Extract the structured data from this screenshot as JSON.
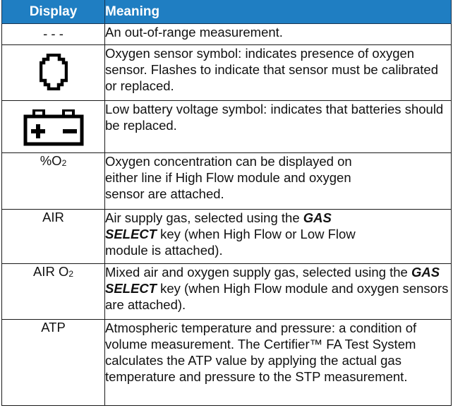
{
  "table": {
    "headers": {
      "display": "Display",
      "meaning": "Meaning"
    },
    "header_color": "#1f7ec2",
    "rows": [
      {
        "display": "- - -",
        "meaning": "An out-of-range measurement."
      },
      {
        "display_icon": "oxygen-sensor-icon",
        "meaning": "Oxygen sensor symbol: indicates presence of oxygen sensor. Flashes to indicate that sensor must be calibrated or replaced."
      },
      {
        "display_icon": "low-battery-icon",
        "meaning": "Low battery voltage symbol: indicates that batteries should be replaced."
      },
      {
        "display_main": "%O",
        "display_sub": "2",
        "meaning": "Oxygen concentration can be displayed on either line if High Flow module and oxygen sensor are attached."
      },
      {
        "display": "AIR",
        "meaning_before": "Air supply gas, selected using the ",
        "meaning_keyword": "GAS SELECT",
        "meaning_after": " key (when High Flow or Low Flow module is attached)."
      },
      {
        "display_main": "AIR O",
        "display_sub": "2",
        "meaning_before": "Mixed air and oxygen supply gas, selected using the ",
        "meaning_keyword": "GAS SELECT",
        "meaning_after": " key (when High Flow module and oxygen sensors are attached)."
      },
      {
        "display": "ATP",
        "meaning": "Atmospheric temperature and pressure: a condition of volume measurement. The Certifier™ FA Test System calculates the ATP value by applying the actual gas temperature and pressure to the STP measurement."
      }
    ]
  }
}
